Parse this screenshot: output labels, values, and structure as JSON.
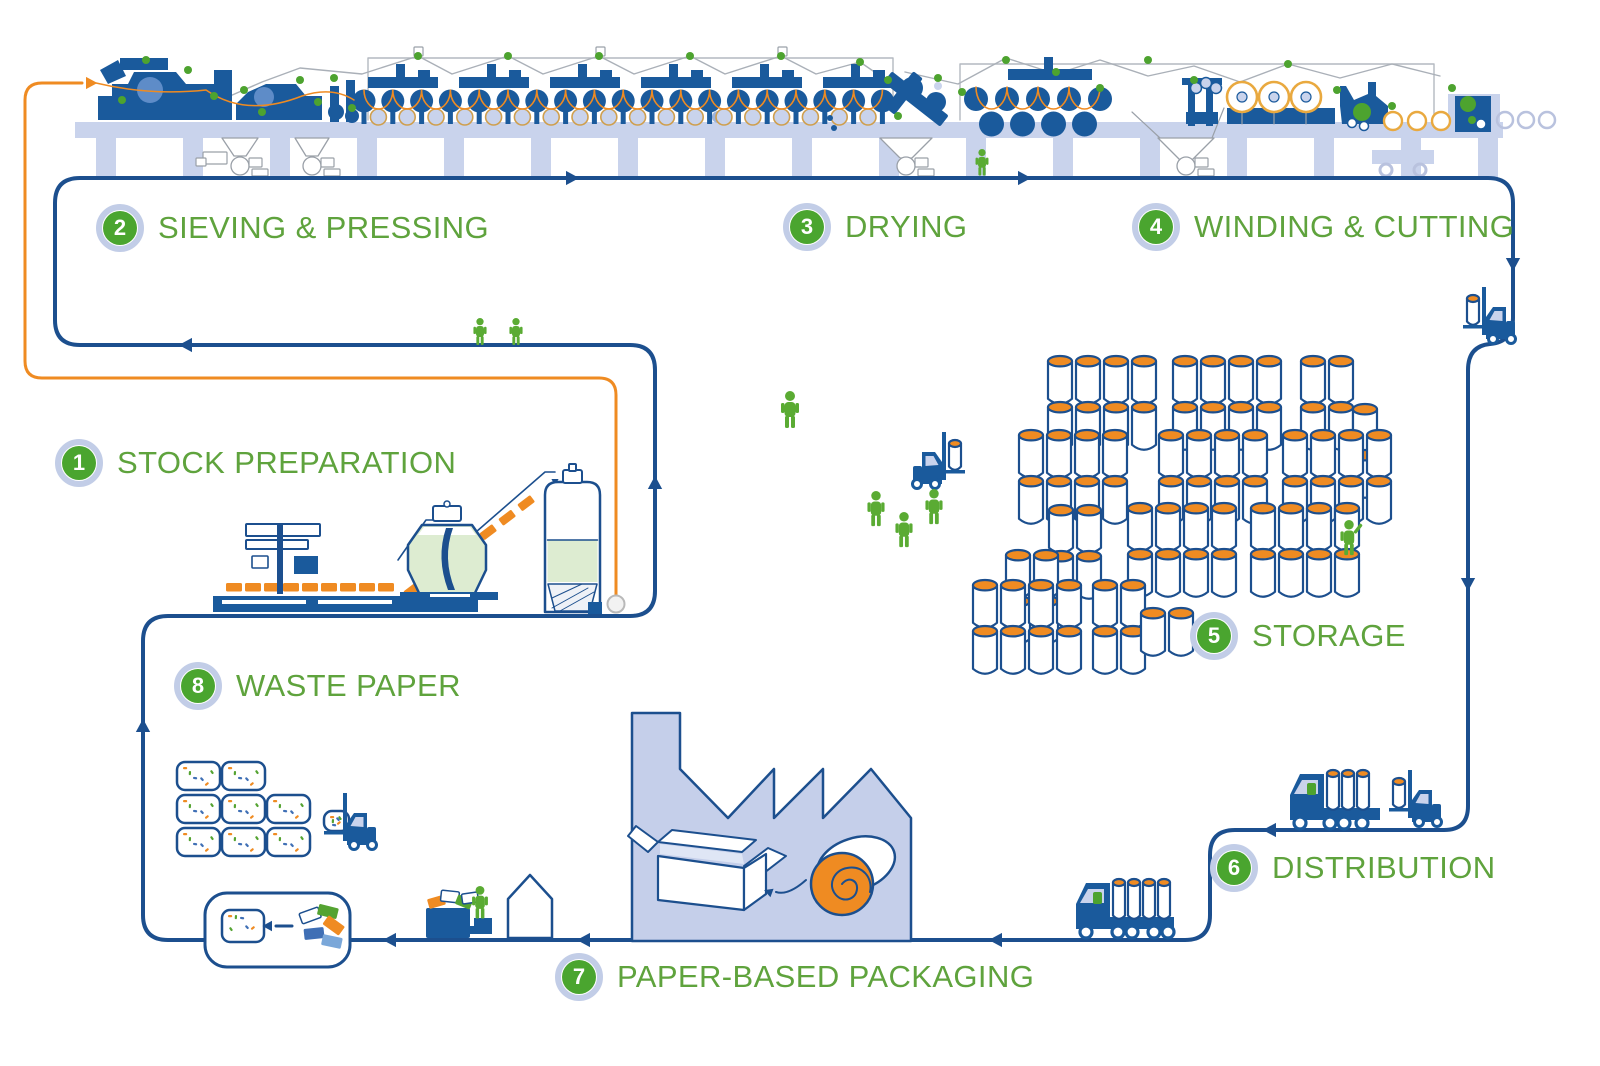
{
  "steps": [
    {
      "number": "1",
      "label": "STOCK PREPARATION"
    },
    {
      "number": "2",
      "label": "SIEVING & PRESSING"
    },
    {
      "number": "3",
      "label": "DRYING"
    },
    {
      "number": "4",
      "label": "WINDING & CUTTING"
    },
    {
      "number": "5",
      "label": "STORAGE"
    },
    {
      "number": "6",
      "label": "DISTRIBUTION"
    },
    {
      "number": "7",
      "label": "PAPER-BASED PACKAGING"
    },
    {
      "number": "8",
      "label": "WASTE PAPER"
    }
  ],
  "colors": {
    "line_blue": "#1c4f8e",
    "machine_blue": "#1a5a9c",
    "label_green": "#5fa33d",
    "badge_green": "#4aa52f",
    "badge_ring": "#c2cde7",
    "dot_green": "#4da32f",
    "person_green": "#5aab33",
    "orange": "#ef8b22",
    "platform": "#c9d3ec",
    "tank_green": "#ddecd1"
  },
  "icons": [
    "paper-machine-icon",
    "stock-preparation-pulper-icon",
    "storage-rolls-icon",
    "factory-icon",
    "cardboard-box-icon",
    "paper-roll-icon",
    "waste-paper-bale-icon",
    "forklift-icon",
    "truck-icon",
    "house-icon",
    "recycling-bin-icon",
    "worker-icon"
  ]
}
